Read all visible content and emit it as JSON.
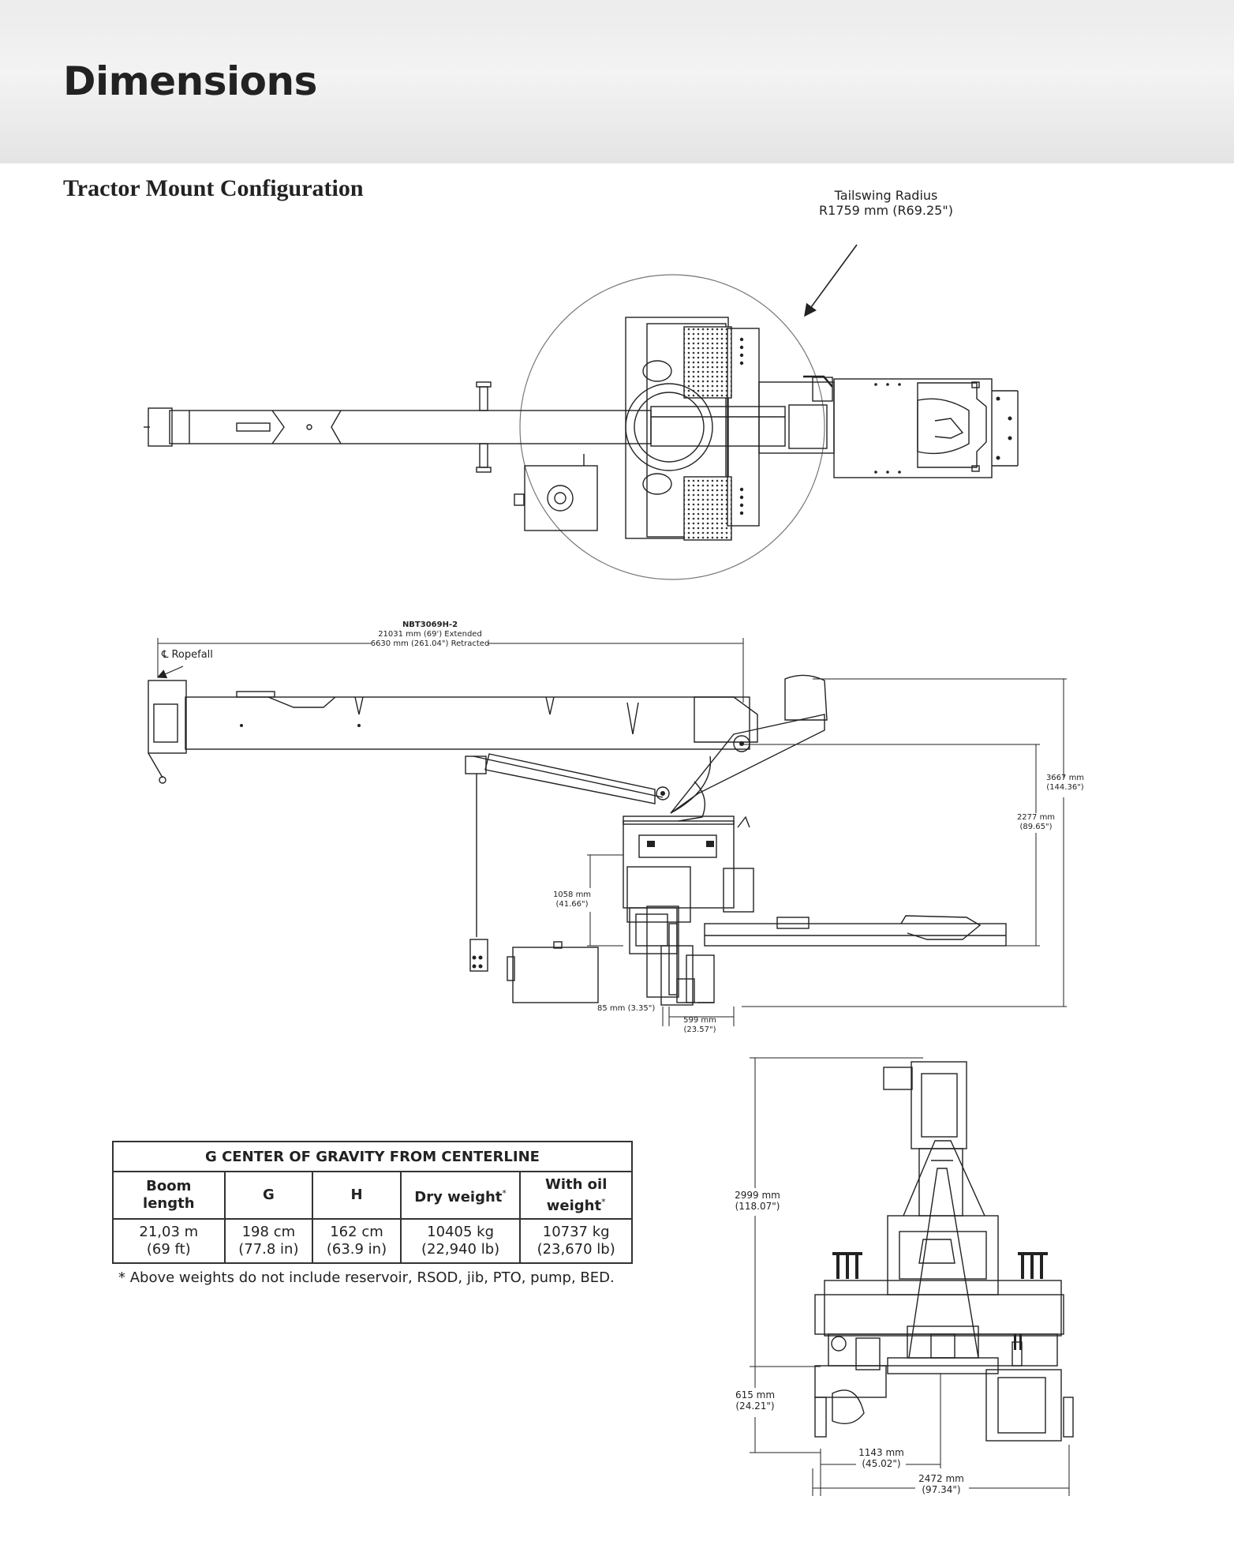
{
  "header": {
    "title": "Dimensions"
  },
  "section": {
    "title": "Tractor Mount Configuration"
  },
  "top_view": {
    "tailswing_label": "Tailswing Radius",
    "tailswing_value": "R1759 mm (R69.25\")"
  },
  "side_view": {
    "model": "NBT3069H-2",
    "extended": "21031 mm (69') Extended",
    "retracted": "6630 mm (261.04\") Retracted",
    "ropefall": "℄ Ropefall",
    "dim_3667": [
      "3667 mm",
      "(144.36\")"
    ],
    "dim_2277": [
      "2277 mm",
      "(89.65\")"
    ],
    "dim_1058": [
      "1058 mm",
      "(41.66\")"
    ],
    "dim_85": "85 mm (3.35\")",
    "dim_599": [
      "599 mm",
      "(23.57\")"
    ]
  },
  "rear_view": {
    "dim_2999": [
      "2999 mm",
      "(118.07\")"
    ],
    "dim_615": [
      "615 mm",
      "(24.21\")"
    ],
    "dim_1143": [
      "1143 mm",
      "(45.02\")"
    ],
    "dim_2472": [
      "2472 mm",
      "(97.34\")"
    ]
  },
  "cog_table": {
    "caption": "G CENTER OF GRAVITY FROM CENTERLINE",
    "headers": {
      "boom_length": [
        "Boom",
        "length"
      ],
      "g": "G",
      "h": "H",
      "dry_weight": "Dry weight",
      "oil_weight": [
        "With oil",
        "weight"
      ],
      "asterisk": "*"
    },
    "row": {
      "boom_length": [
        "21,03 m",
        "(69 ft)"
      ],
      "g": [
        "198 cm",
        "(77.8 in)"
      ],
      "h": [
        "162 cm",
        "(63.9 in)"
      ],
      "dry_weight": [
        "10405 kg",
        "(22,940 lb)"
      ],
      "oil_weight": [
        "10737 kg",
        "(23,670 lb)"
      ]
    }
  },
  "footnote": "* Above weights do not include reservoir, RSOD, jib, PTO, pump, BED."
}
